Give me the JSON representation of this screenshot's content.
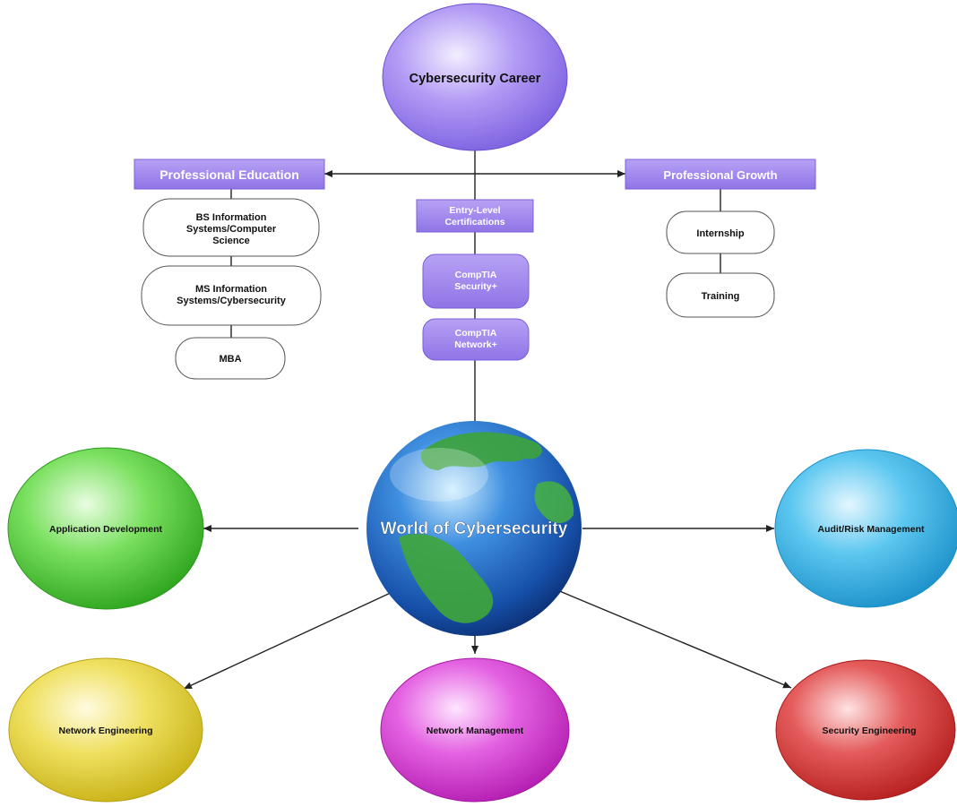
{
  "colors": {
    "purple_fill": "#a88ff0",
    "purple_box": "#9f86ec",
    "line": "#222222",
    "green": "#53d53a",
    "cyan": "#32b2e3",
    "yellow": "#e8d42c",
    "magenta": "#d93ad8",
    "red": "#d93132"
  },
  "top": {
    "title": "Cybersecurity Career"
  },
  "education": {
    "header": "Professional Education",
    "items": [
      "BS Information Systems/Computer Science",
      "MS Information Systems/Cybersecurity",
      "MBA"
    ]
  },
  "certs": {
    "header": "Entry-Level Certifications",
    "items": [
      "CompTIA Security+",
      "CompTIA Network+"
    ]
  },
  "growth": {
    "header": "Professional Growth",
    "items": [
      "Internship",
      "Training"
    ]
  },
  "center": {
    "title": "World of Cybersecurity",
    "icon": "globe-icon"
  },
  "careers": {
    "app_dev": "Application Development",
    "audit": "Audit/Risk Management",
    "net_eng": "Network Engineering",
    "net_mgmt": "Network Management",
    "sec_eng": "Security Engineering"
  }
}
